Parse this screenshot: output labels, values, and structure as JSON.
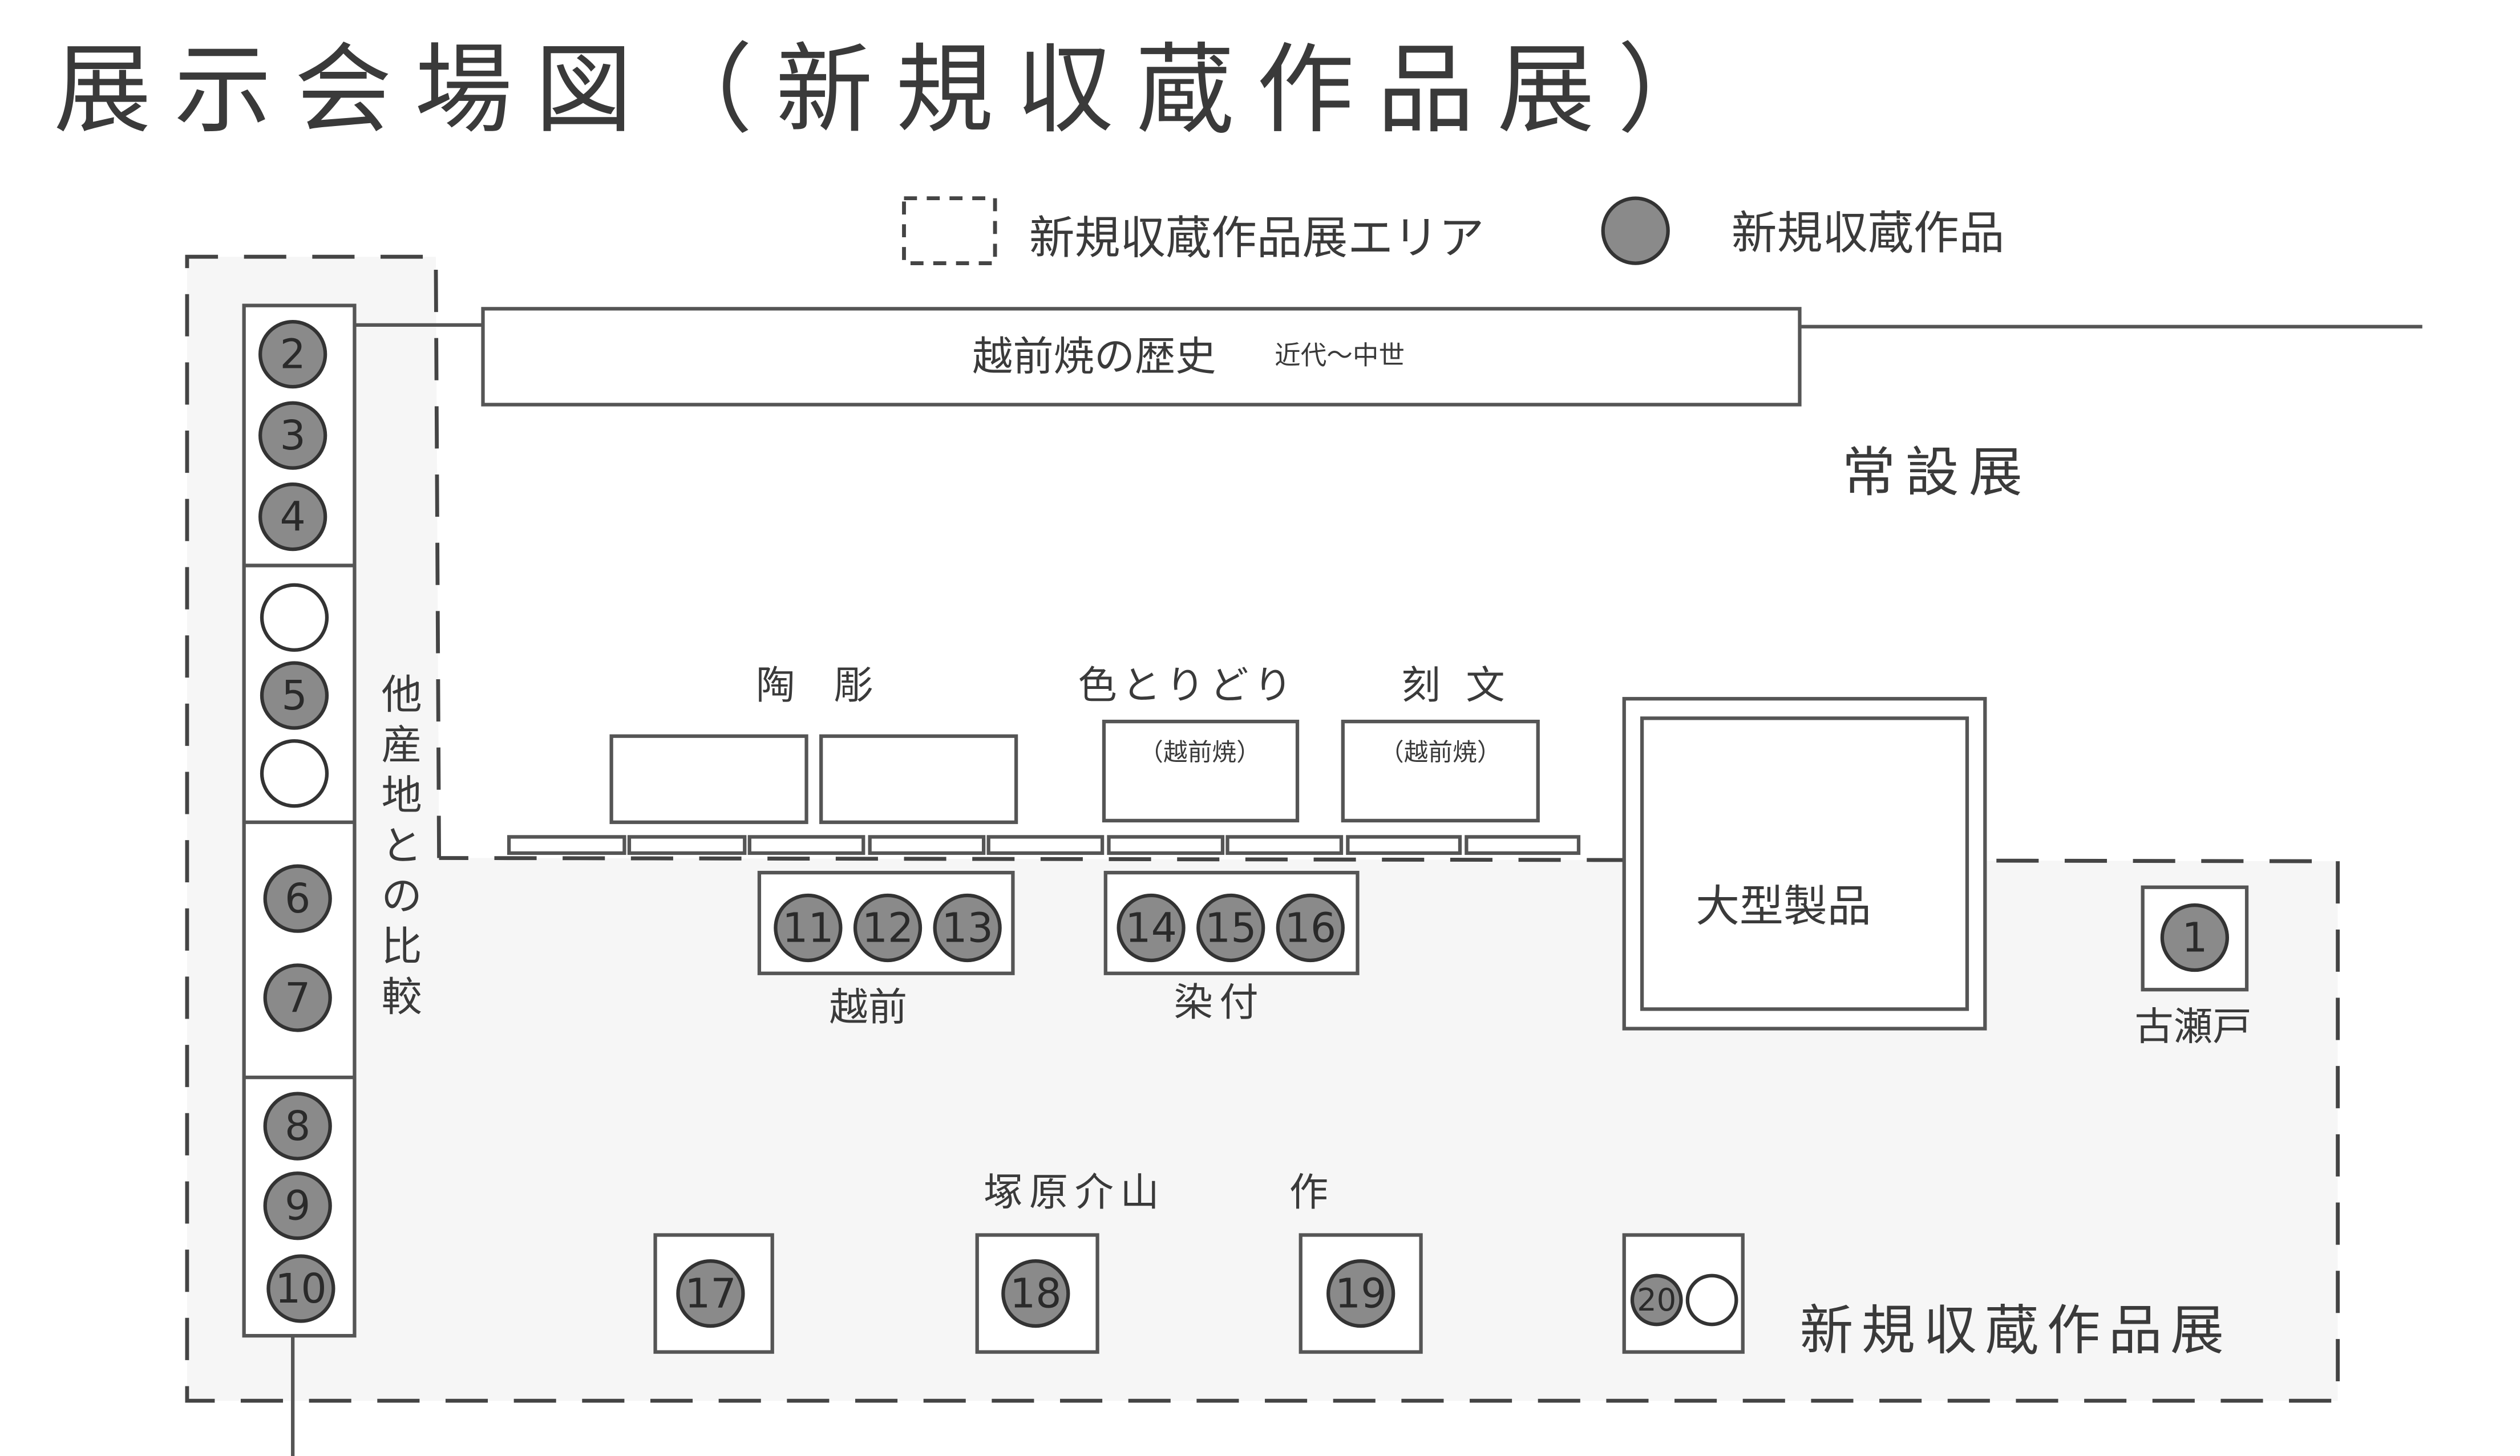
{
  "title": "展示会場図（新規収蔵作品展）",
  "legend": {
    "area_label": "新規収蔵作品展エリア",
    "work_label": "新規収蔵作品",
    "work_color": "#8a8a8a"
  },
  "history": {
    "label": "越前焼の歴史",
    "sub": "近代〜中世"
  },
  "permanent_label": "常設展",
  "comparison_label": [
    "他",
    "産",
    "地",
    "と",
    "の",
    "比",
    "較"
  ],
  "sections": {
    "chokoku": "陶　彫",
    "irotoridori": "色とりどり",
    "kokumon": "刻 文",
    "echizen_note_1": "（越前焼）",
    "echizen_note_2": "（越前焼）",
    "large": "大型製品",
    "echizen": "越前",
    "sometsuke": "染付",
    "koseto": "古瀬戸",
    "artist": "塚原介山",
    "artist_suffix": "作",
    "new_area": "新規収蔵作品展"
  },
  "works": {
    "w1": "1",
    "w2": "2",
    "w3": "3",
    "w4": "4",
    "w5": "5",
    "w6": "6",
    "w7": "7",
    "w8": "8",
    "w9": "9",
    "w10": "10",
    "w11": "11",
    "w12": "12",
    "w13": "13",
    "w14": "14",
    "w15": "15",
    "w16": "16",
    "w17": "17",
    "w18": "18",
    "w19": "19",
    "w20": "20"
  }
}
